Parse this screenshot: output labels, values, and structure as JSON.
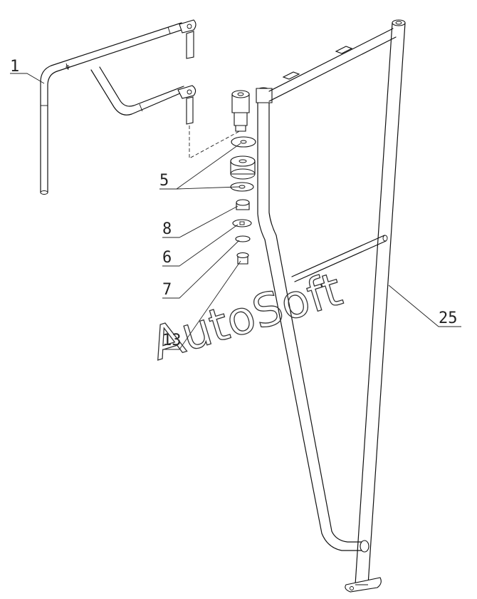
{
  "callouts": [
    {
      "id": "1",
      "label": "1"
    },
    {
      "id": "5",
      "label": "5"
    },
    {
      "id": "8",
      "label": "8"
    },
    {
      "id": "6",
      "label": "6"
    },
    {
      "id": "7",
      "label": "7"
    },
    {
      "id": "13",
      "label": "13"
    },
    {
      "id": "25",
      "label": "25"
    }
  ],
  "watermark": {
    "text": "AutoSoft"
  },
  "colors": {
    "line": "#111111",
    "background": "#ffffff"
  }
}
